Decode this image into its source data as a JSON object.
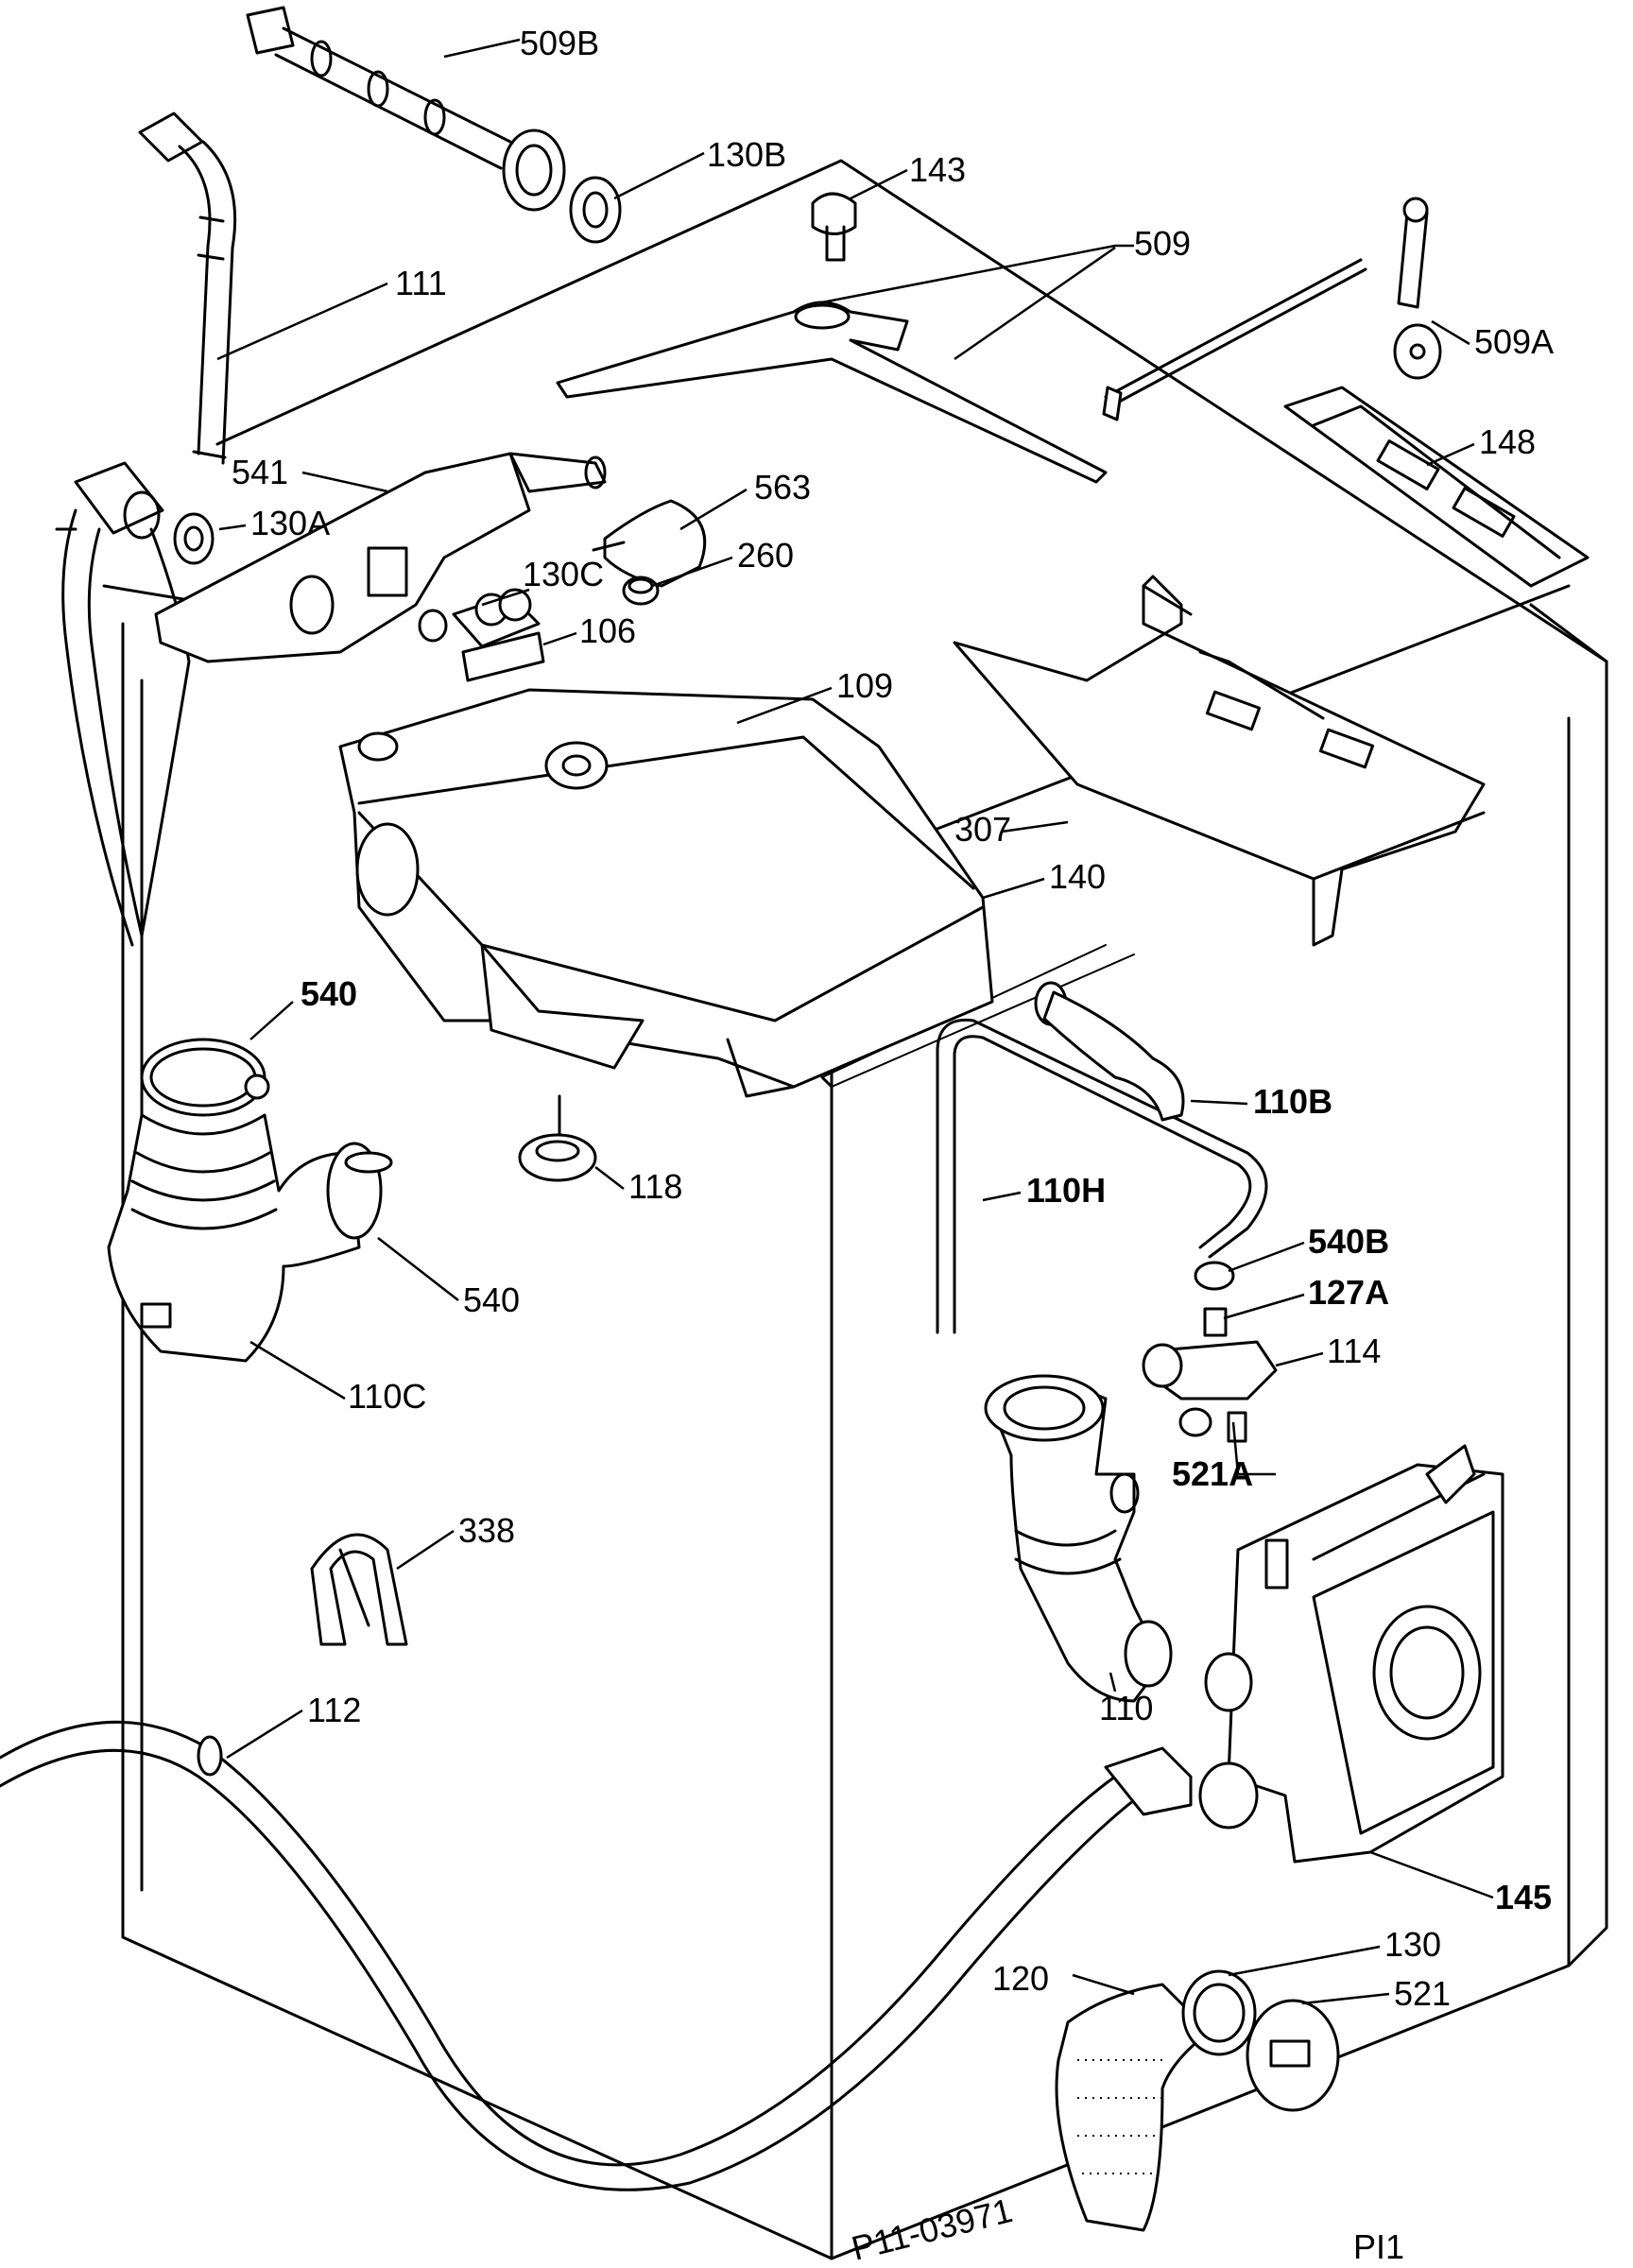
{
  "labels": {
    "l509b": "509B",
    "l130b": "130B",
    "l143": "143",
    "l111": "111",
    "l509": "509",
    "l509a": "509A",
    "l148": "148",
    "l541": "541",
    "l130a": "130A",
    "l563": "563",
    "l260": "260",
    "l130c": "130C",
    "l106": "106",
    "l109": "109",
    "l307": "307",
    "l140": "140",
    "l540top": "540",
    "l110b": "110B",
    "l118": "118",
    "l110h": "110H",
    "l540mid": "540",
    "l540b": "540B",
    "l127a": "127A",
    "l110c": "110C",
    "l114": "114",
    "l521a": "521A",
    "l338": "338",
    "l110": "110",
    "l112": "112",
    "l145": "145",
    "l130": "130",
    "l120": "120",
    "l521": "521"
  },
  "stamp": "P11-03971",
  "page_code": "PI1"
}
